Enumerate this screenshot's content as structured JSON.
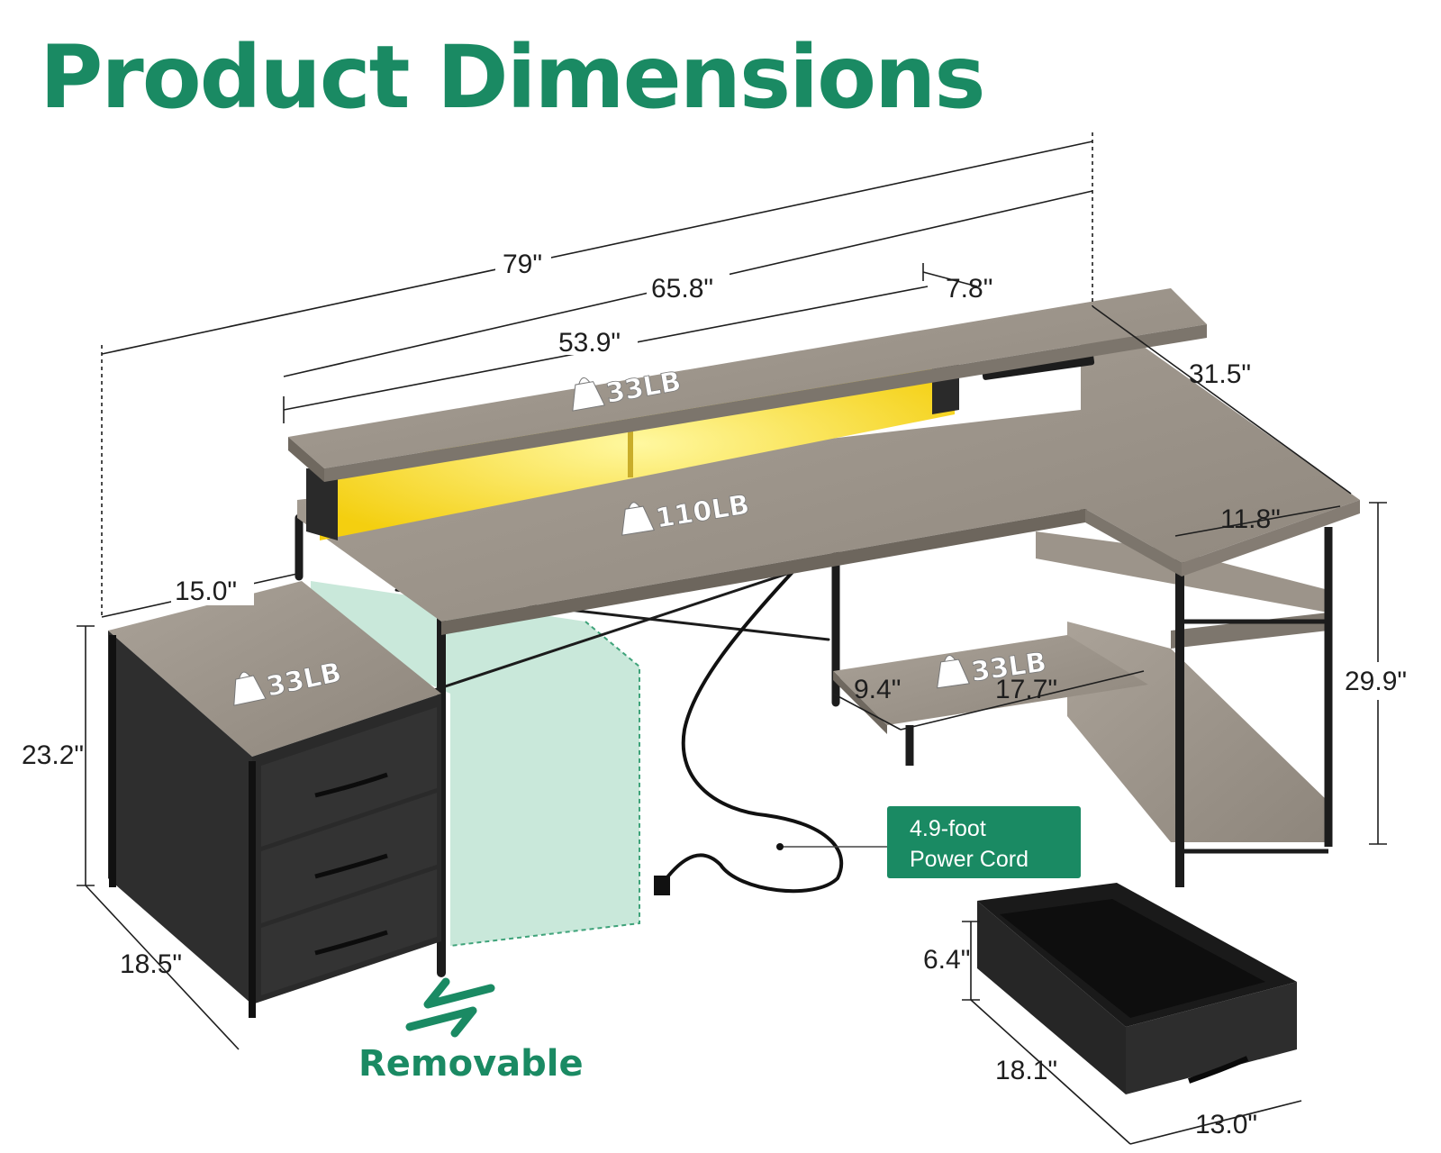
{
  "title": "Product Dimensions",
  "dimensions": {
    "total_width": "79\"",
    "desk_width": "65.8\"",
    "monitor_stand_width": "53.9\"",
    "monitor_stand_depth": "7.8\"",
    "return_length": "31.5\"",
    "return_shelf_depth": "11.8\"",
    "desk_height": "29.9\"",
    "cabinet_width": "15.0\"",
    "cabinet_height": "23.2\"",
    "cabinet_depth": "18.5\"",
    "lower_shelf_depth": "9.4\"",
    "lower_shelf_width": "17.7\"",
    "drawer_height": "6.4\"",
    "drawer_length": "18.1\"",
    "drawer_width": "13.0\""
  },
  "load_labels": {
    "monitor_stand": "33LB",
    "desktop": "110LB",
    "cabinet": "33LB",
    "lower_shelf": "33LB"
  },
  "power_cord": {
    "line1": "4.9-foot",
    "line2": "Power Cord"
  },
  "removable_label": "Removable",
  "colors": {
    "brand_green": "#1a8a63",
    "wood": "#9d958c",
    "led": "#ffe53b",
    "frame": "#1c1c1c",
    "fabric": "#2a2a2a"
  }
}
